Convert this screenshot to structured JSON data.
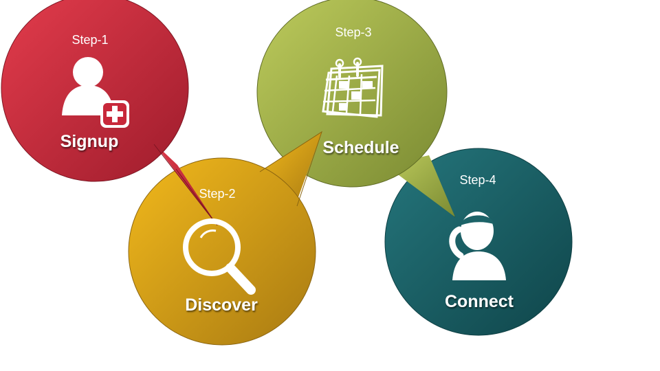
{
  "steps": [
    {
      "label": "Step-1",
      "title": "Signup",
      "icon": "user-add-icon",
      "color": "#c8283a"
    },
    {
      "label": "Step-2",
      "title": "Discover",
      "icon": "magnifier-icon",
      "color": "#d9a51a"
    },
    {
      "label": "Step-3",
      "title": "Schedule",
      "icon": "calendar-icon",
      "color": "#9caf46"
    },
    {
      "label": "Step-4",
      "title": "Connect",
      "icon": "user-phone-icon",
      "color": "#1c6368"
    }
  ]
}
